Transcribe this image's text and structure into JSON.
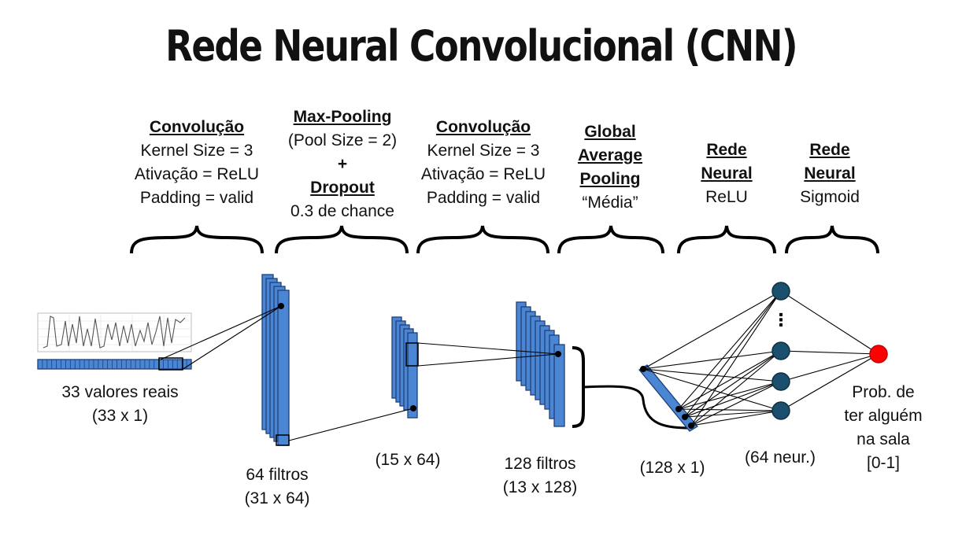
{
  "title": "Rede Neural Convolucional (CNN)",
  "columns": {
    "conv1": {
      "heading": "Convolução",
      "line1": "Kernel Size = 3",
      "line2": "Ativação = ReLU",
      "line3": "Padding = valid"
    },
    "pool": {
      "heading": "Max-Pooling",
      "line1": "(Pool Size = 2)",
      "plus": "+",
      "heading2": "Dropout",
      "line2": "0.3 de chance"
    },
    "conv2": {
      "heading": "Convolução",
      "line1": "Kernel Size = 3",
      "line2": "Ativação = ReLU",
      "line3": "Padding = valid"
    },
    "gap": {
      "heading1": "Global",
      "heading2": "Average",
      "heading3": "Pooling",
      "line1": "“Média”"
    },
    "dense1": {
      "heading1": "Rede",
      "heading2": "Neural",
      "line1": "ReLU"
    },
    "dense2": {
      "heading1": "Rede",
      "heading2": "Neural",
      "line1": "Sigmoid"
    }
  },
  "labels": {
    "input": {
      "line1": "33 valores reais",
      "line2": "(33 x 1)"
    },
    "conv1_out": {
      "line1": "64 filtros",
      "line2": "(31 x 64)"
    },
    "pool_out": {
      "line1": "(15 x 64)"
    },
    "conv2_out": {
      "line1": "128 filtros",
      "line2": "(13 x 128)"
    },
    "gap_out": {
      "line1": "(128 x 1)"
    },
    "dense1_out": {
      "line1": "(64 neur.)"
    },
    "output": {
      "line1": "Prob. de",
      "line2": "ter alguém",
      "line3": "na sala",
      "line4": "[0-1]"
    }
  },
  "dense_ellipsis": "⋮",
  "colors": {
    "layer_blue": "#4a86d4",
    "neuron": "#1b4f6e",
    "output_neuron": "#ff0000"
  }
}
